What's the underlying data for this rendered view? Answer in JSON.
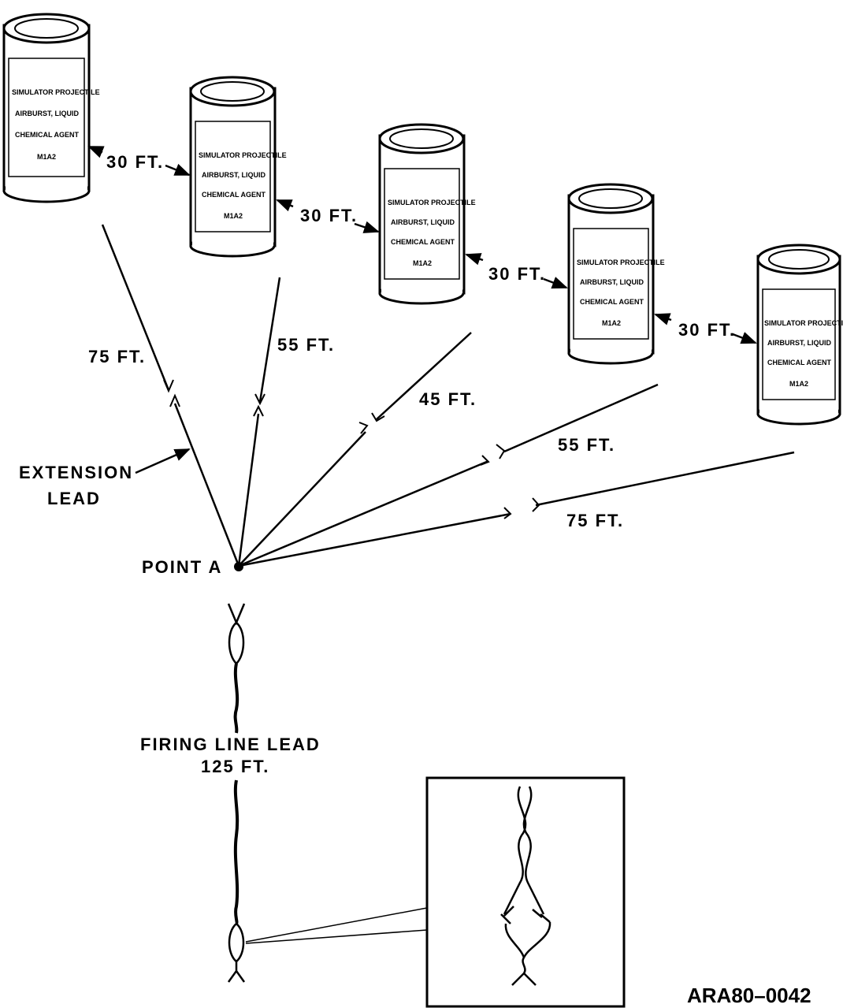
{
  "canisters": [
    {
      "lines": [
        "SIMULATOR PROJECTILE",
        "AIRBURST, LIQUID",
        "CHEMICAL AGENT",
        "M1A2"
      ]
    },
    {
      "lines": [
        "SIMULATOR PROJECTILE",
        "AIRBURST, LIQUID",
        "CHEMICAL AGENT",
        "M1A2"
      ]
    },
    {
      "lines": [
        "SIMULATOR PROJECTILE",
        "AIRBURST, LIQUID",
        "CHEMICAL AGENT",
        "M1A2"
      ]
    },
    {
      "lines": [
        "SIMULATOR PROJECTILE",
        "AIRBURST, LIQUID",
        "CHEMICAL AGENT",
        "M1A2"
      ]
    },
    {
      "lines": [
        "SIMULATOR PROJECTILE",
        "AIRBURST, LIQUID",
        "CHEMICAL AGENT",
        "M1A2"
      ]
    }
  ],
  "spacing_labels": [
    "30 FT.",
    "30 FT.",
    "30 FT.",
    "30 FT."
  ],
  "lead_lengths": [
    "75 FT.",
    "55 FT.",
    "45 FT.",
    "55 FT.",
    "75 FT."
  ],
  "labels": {
    "extension_line1": "EXTENSION",
    "extension_line2": "LEAD",
    "point_a": "POINT A",
    "firing_line1": "FIRING LINE LEAD",
    "firing_line2": "125 FT."
  },
  "figure_id": "ARA80–0042"
}
